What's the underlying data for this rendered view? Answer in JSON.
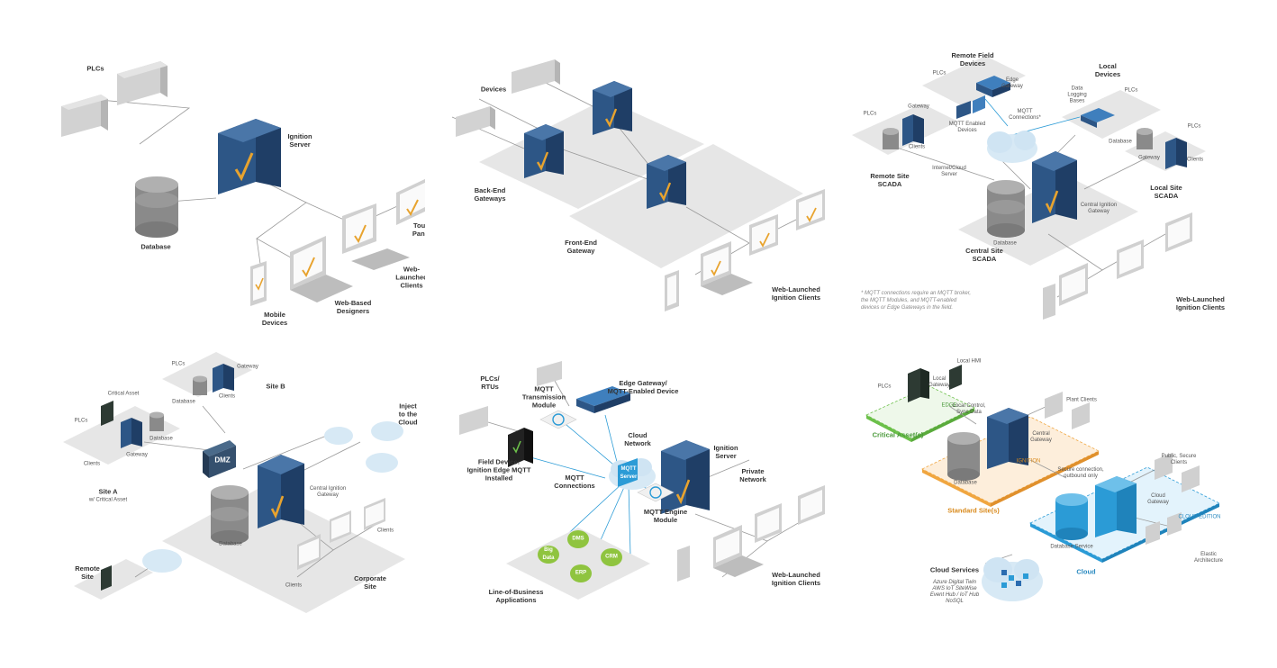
{
  "colors": {
    "server": "#2d5686",
    "server_dark": "#1f3e66",
    "accent": "#e8a32e",
    "platform": "#e6e6e6",
    "device": "#cfcfcf",
    "line": "#9a9a9a",
    "edge_green": "#6cc04a",
    "ignition_orange": "#f0a640",
    "cloud_blue": "#2b9bd6",
    "lob_green": "#8fc43f"
  },
  "panels": [
    {
      "labels": {
        "plcs": "PLCs",
        "ignition_server": "Ignition\nServer",
        "database": "Database",
        "touch_panels": "Touch\nPanels",
        "web_launched_clients": "Web-Launched\nClients",
        "web_based_designers": "Web-Based\nDesigners",
        "mobile_devices": "Mobile\nDevices"
      }
    },
    {
      "labels": {
        "devices": "Devices",
        "back_end_gateways": "Back-End\nGateways",
        "front_end_gateway": "Front-End\nGateway",
        "web_launched_ignition_clients": "Web-Launched\nIgnition Clients"
      }
    },
    {
      "labels": {
        "remote_field_devices": "Remote Field\nDevices",
        "local_devices": "Local\nDevices",
        "plcs_a": "PLCs",
        "edge_gateway": "Edge\nGateway",
        "plcs_b": "PLCs",
        "gateway_a": "Gateway",
        "mqtt_enabled_devices": "MQTT Enabled\nDevices",
        "mqtt_connections": "MQTT\nConnections*",
        "data_logging_bases": "Data\nLogging\nBases",
        "plcs_c": "PLCs",
        "plcs_d": "PLCs",
        "database_a": "Database",
        "clients_a": "Clients",
        "gateway_b": "Gateway",
        "clients_b": "Clients",
        "remote_site_scada": "Remote Site\nSCADA",
        "internet_cloud_server": "Internet/Cloud\nServer",
        "local_site_scada": "Local Site\nSCADA",
        "central_ignition_gateway": "Central Ignition\nGateway",
        "database_b": "Database",
        "central_site_scada": "Central Site\nSCADA",
        "footnote": "* MQTT connections require an MQTT broker,\nthe MQTT Modules, and MQTT-enabled\ndevices or Edge Gateways in the field.",
        "web_launched_ignition_clients": "Web-Launched\nIgnition Clients"
      }
    },
    {
      "labels": {
        "plcs_a": "PLCs",
        "gateway_a": "Gateway",
        "database_a": "Database",
        "clients_a": "Clients",
        "site_b": "Site B",
        "critical_asset": "Critical Asset",
        "plcs_b": "PLCs",
        "database_b": "Database",
        "clients_b": "Clients",
        "gateway_b": "Gateway",
        "dmz": "DMZ",
        "site_a": "Site A",
        "site_a_sub": "w/ Critical Asset",
        "inject_to_cloud": "Inject to the\nCloud",
        "central_ignition_gateway": "Central Ignition\nGateway",
        "database_c": "Database",
        "clients_c": "Clients",
        "clients_d": "Clients",
        "remote_site": "Remote\nSite",
        "corporate_site": "Corporate\nSite"
      }
    },
    {
      "labels": {
        "plcs_rtus": "PLCs/\nRTUs",
        "mqtt_transmission_module": "MQTT\nTransmission\nModule",
        "edge_gateway_mqtt": "Edge Gateway/\nMQTT-Enabled Device",
        "field_device": "Field Device:\nIgnition Edge MQTT\nInstalled",
        "mqtt_connections": "MQTT\nConnections",
        "cloud_network": "Cloud\nNetwork",
        "mqtt_server": "MQTT\nServer",
        "ignition_server": "Ignition\nServer",
        "private_network": "Private\nNetwork",
        "mqtt_engine_module": "MQTT Engine\nModule",
        "dms": "DMS",
        "big_data": "Big\nData",
        "crm": "CRM",
        "erp": "ERP",
        "line_of_business": "Line-of-Business\nApplications",
        "web_launched_ignition_clients": "Web-Launched\nIgnition Clients"
      }
    },
    {
      "labels": {
        "local_hmi": "Local HMI",
        "plcs": "PLCs",
        "local_gateway": "Local\nGateway",
        "edge": "EDGE",
        "plant_clients": "Plant Clients",
        "critical_assets": "Critical Asset(s)",
        "local_control": "Local Control,\nSync Data",
        "central_gateway": "Central\nGateway",
        "ignition": "IGNITION",
        "database": "Database",
        "secure_connection": "Secure connection,\noutbound only",
        "public_secure_clients": "Public, Secure\nClients",
        "standard_sites": "Standard Site(s)",
        "cloud_gateway": "Cloud\nGateway",
        "cloud_edition": "CLOUD EDITION",
        "database_service": "Database Service",
        "elastic_architecture": "Elastic\nArchitecture",
        "cloud": "Cloud",
        "cloud_services": "Cloud Services",
        "cloud_services_list": "Azure Digital Twin\nAWS IoT SiteWise\nEvent Hub / IoT Hub\nNoSQL"
      }
    }
  ]
}
